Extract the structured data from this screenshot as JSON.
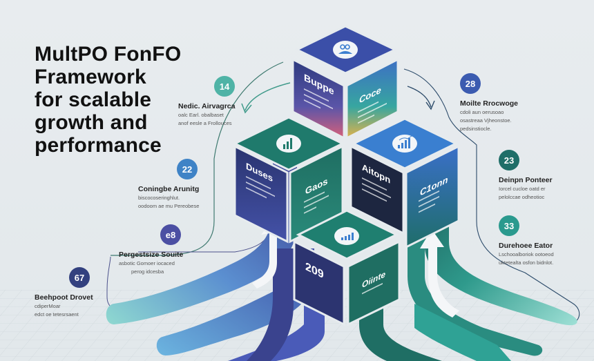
{
  "title": {
    "lines": [
      "MultPO FonFO",
      "Framework",
      "for scalable",
      "growth and",
      "performance"
    ]
  },
  "callouts": [
    {
      "number": "14",
      "title": "Nedic. Airvagrca",
      "desc": [
        "oalc Earl. obalbaset",
        "anof eesle a Frollouces"
      ],
      "color": "#4fb3a6"
    },
    {
      "number": "22",
      "title": "Coningbe Arunitg",
      "desc": [
        "biscocoseringhlut.",
        "oodoom ae mu Pereobese"
      ],
      "color": "#3f83c6"
    },
    {
      "number": "e8",
      "title": "Pergestsize Souite",
      "desc": [
        "asbotic Gomoer iocaced",
        "perog idcesba"
      ],
      "color": "#4b4fa3"
    },
    {
      "number": "67",
      "title": "Beehpoot Drovet",
      "desc": [
        "cdiperMoar",
        "edct oe tetesrsaent"
      ],
      "color": "#33417f"
    },
    {
      "number": "28",
      "title": "Moilte Rrocwoge",
      "desc": [
        "cdoli aun oerusoao",
        "osastreaa Vjheonstoe.",
        "pedsinstiocle."
      ],
      "color": "#3b5bb0"
    },
    {
      "number": "23",
      "title": "Deinpn Ponteer",
      "desc": [
        "Iorcel cucloe oatd er",
        "pelolccae odheotioc"
      ],
      "color": "#1f6e68"
    },
    {
      "number": "33",
      "title": "Durehoee Eator",
      "desc": [
        "Lschooalboriok ootoeod",
        "uktetealta osfon bidnlot."
      ],
      "color": "#2a9a8e"
    }
  ],
  "cubes": [
    {
      "name": "top",
      "left_label": "Buppe",
      "right_label": "Coce",
      "icon": "team-icon"
    },
    {
      "name": "middle-left",
      "left_label": "Duses",
      "right_label": "Gaos",
      "icon": "bar-chart-icon"
    },
    {
      "name": "middle-right",
      "left_label": "Aitopn",
      "right_label": "C1onn",
      "icon": "growth-chart-icon"
    },
    {
      "name": "bottom",
      "left_label": "209",
      "right_label": "Oiinte",
      "icon": "analytics-icon"
    }
  ],
  "colors": {
    "navy": "#2e3a7a",
    "indigo": "#3d4aa0",
    "blue": "#3c7fd0",
    "teal": "#1f7a6e",
    "aqua": "#7fd3c8",
    "background": "#e6ebee"
  }
}
